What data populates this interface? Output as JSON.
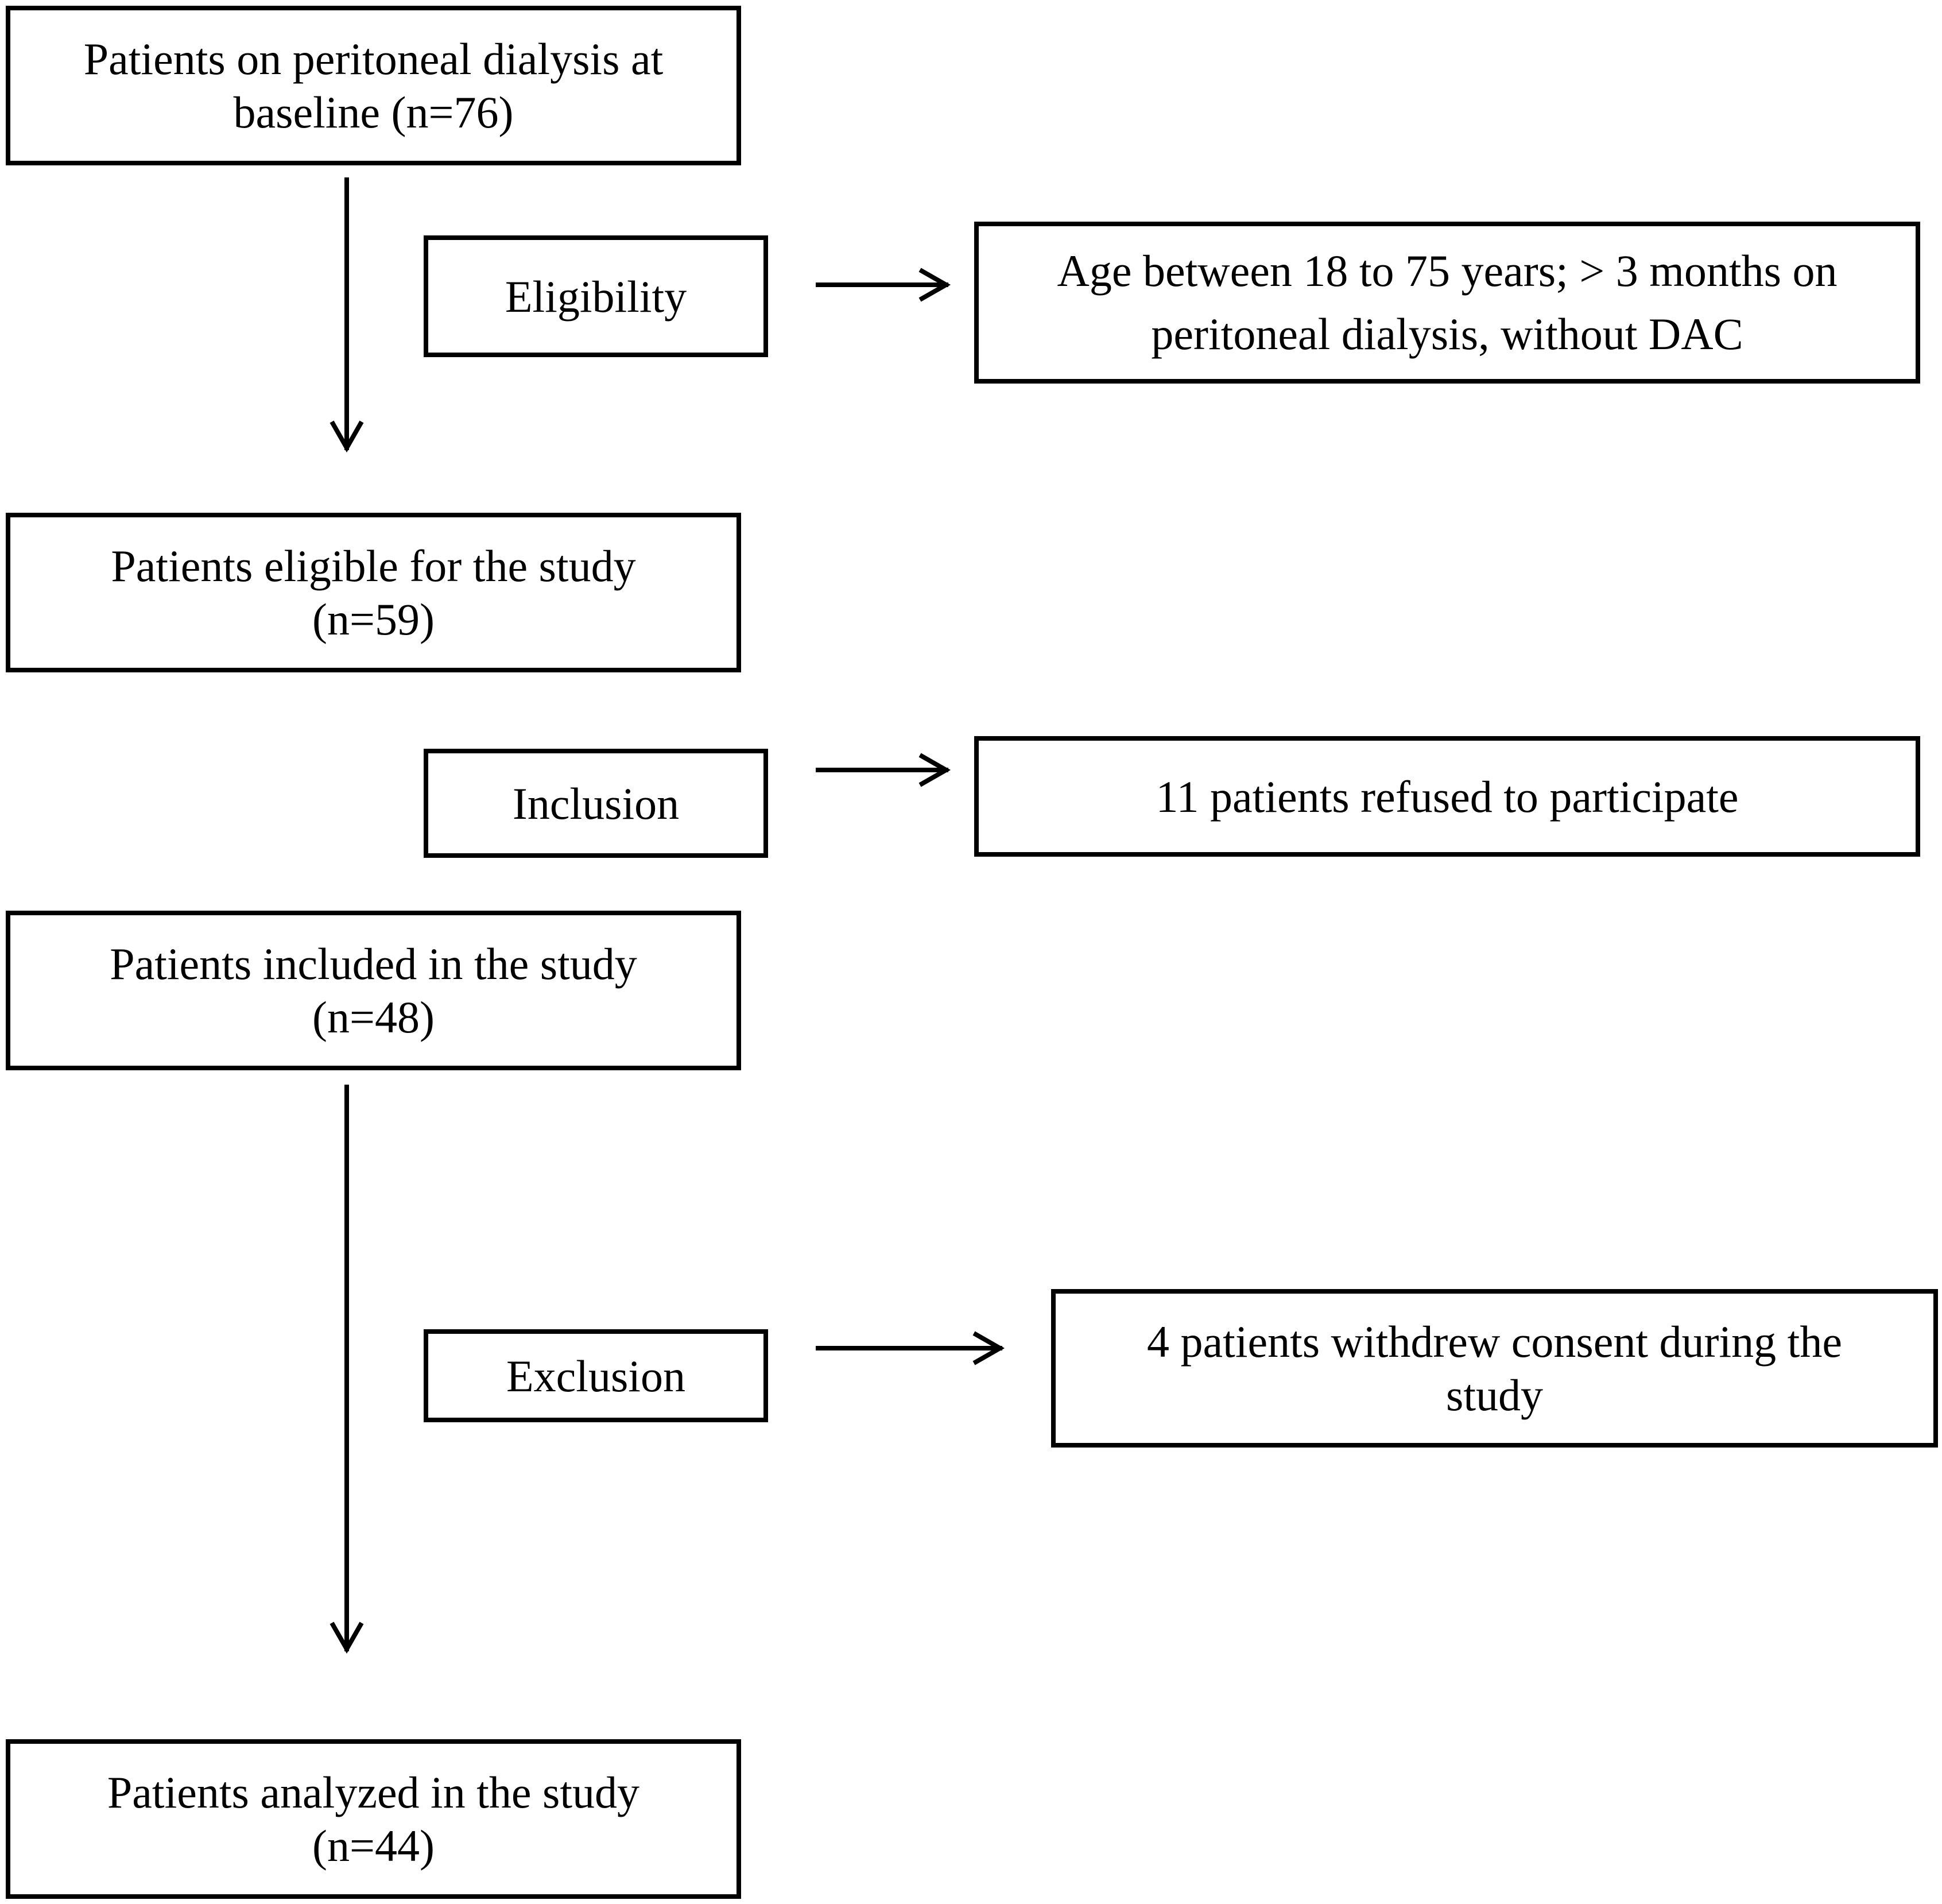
{
  "flowchart": {
    "main_steps": [
      {
        "id": "baseline",
        "text": "Patients on peritoneal dialysis at\nbaseline (n=76)"
      },
      {
        "id": "eligible",
        "text": "Patients eligible for the study\n(n=59)"
      },
      {
        "id": "included",
        "text": "Patients included in the study\n(n=48)"
      },
      {
        "id": "analyzed",
        "text": "Patients analyzed in the study\n(n=44)"
      }
    ],
    "stages": [
      {
        "id": "eligibility",
        "label": "Eligibility",
        "note": "Age between 18 to 75 years; > 3 months on\nperitoneal dialysis, without DAC"
      },
      {
        "id": "inclusion",
        "label": "Inclusion",
        "note": "11 patients refused to participate"
      },
      {
        "id": "exclusion",
        "label": "Exclusion",
        "note": "4 patients withdrew consent during the\nstudy"
      }
    ]
  },
  "colors": {
    "stroke": "#000000",
    "background": "#ffffff"
  }
}
